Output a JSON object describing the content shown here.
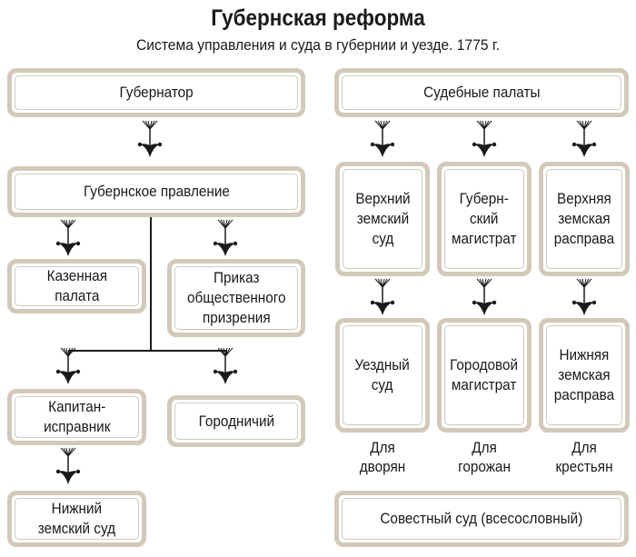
{
  "title": "Губернская реформа",
  "subtitle": "Система управления и суда в губернии и уезде. 1775 г.",
  "left": {
    "governor": "Губернатор",
    "board": "Губернское правление",
    "treasury": "Казенная\nпалата",
    "charity": "Приказ\nобщественного\nпризрения",
    "captain": "Капитан-\nисправник",
    "mayor": "Городничий",
    "lower_court": "Нижний\nземский суд"
  },
  "right": {
    "chambers": "Судебные палаты",
    "upper": [
      "Верхний\nземский\nсуд",
      "Губерн-\nский\nмагистрат",
      "Верхняя\nземская\nрасправа"
    ],
    "lower": [
      "Уездный\nсуд",
      "Городовой\nмагистрат",
      "Нижняя\nземская\nрасправа"
    ],
    "estates": [
      "Для\nдворян",
      "Для\nгорожан",
      "Для\nкрестьян"
    ],
    "conscience": "Совестный суд (всесословный)"
  }
}
